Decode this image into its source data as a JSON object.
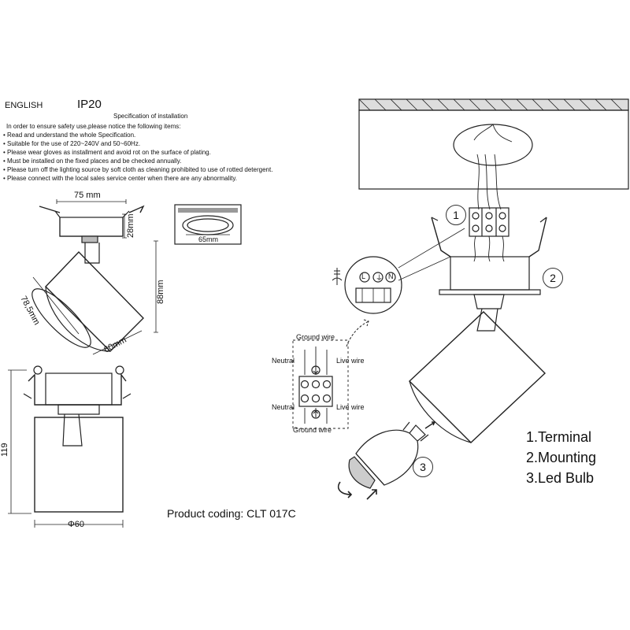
{
  "header": {
    "language": "ENGLISH",
    "ip_rating": "IP20",
    "spec_title": "Specification of installation",
    "intro": "In order to ensure safety use,please notice the following items:",
    "notes": [
      "• Read and understand the whole Specification.",
      "• Suitable for the use of 220~240V and 50~60Hz.",
      "• Please wear gloves as installment and avoid rot on the surface of plating.",
      "• Must be installed on the fixed places and be checked annually.",
      "• Please turn off the lighting source by soft cloth as cleaning prohibited to use of rotted detergent.",
      "• Please connect with the local sales service center when there are any abnormality."
    ]
  },
  "dimensions": {
    "width_top": "75 mm",
    "mount_height": "28mm",
    "total_height": "88mm",
    "body_length": "78,5mm",
    "diameter": "60mm",
    "cutout": "65mm",
    "height_front": "119",
    "diameter_front": "Φ60"
  },
  "wiring": {
    "ground_top": "Ground wire",
    "neutral_top": "Neutral",
    "live_top": "Live wire",
    "neutral_bottom": "Neutral",
    "live_bottom": "Live wire",
    "ground_bottom": "Ground wire",
    "terminal_L": "L",
    "terminal_N": "N"
  },
  "steps": [
    "1",
    "2",
    "3"
  ],
  "legend": [
    "1.Terminal",
    "2.Mounting",
    "3.Led Bulb"
  ],
  "product_coding": "Product coding: CLT 017C"
}
